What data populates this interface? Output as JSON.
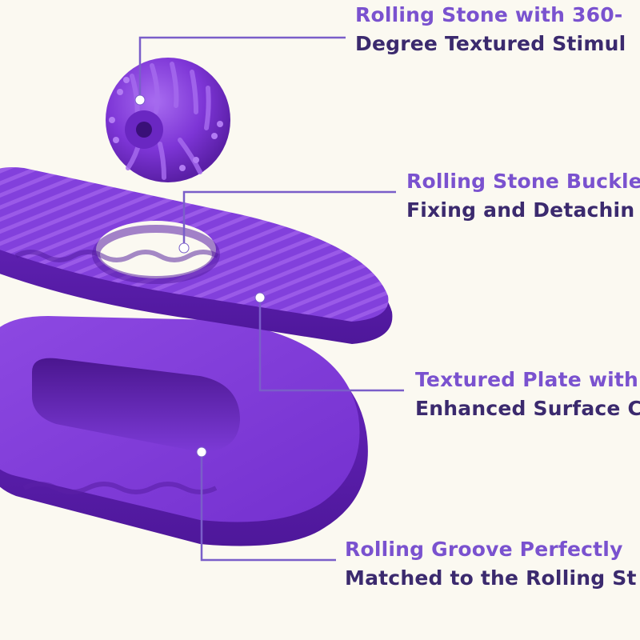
{
  "colors": {
    "background": "#fbf9f1",
    "product_purple": "#7d35d6",
    "product_shadow": "#5b1fa8",
    "product_highlight": "#9a5ae8",
    "leader_line": "#7a5ec9",
    "heading_purple": "#7a52cf",
    "subline_navy": "#3b2a6e"
  },
  "callouts": [
    {
      "line1": "Rolling Stone with 360-",
      "line2": "Degree Textured Stimul"
    },
    {
      "line1": "Rolling Stone Buckle",
      "line2": "Fixing and Detachin"
    },
    {
      "line1": "Textured Plate with",
      "line2": "Enhanced Surface C"
    },
    {
      "line1": "Rolling Groove Perfectly",
      "line2": "Matched to the Rolling St"
    }
  ]
}
